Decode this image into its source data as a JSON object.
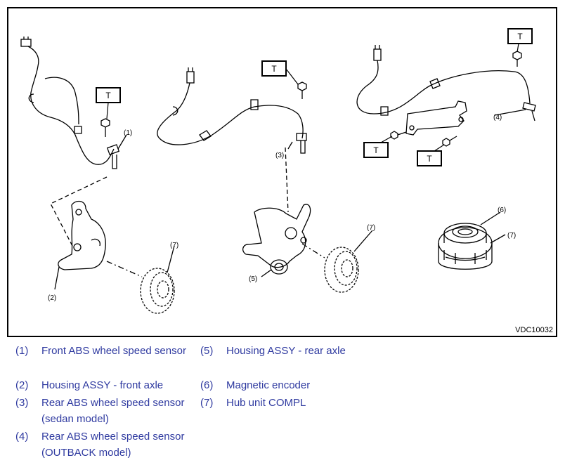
{
  "figure": {
    "id_label": "VDC10032",
    "torque_marker": "T",
    "callouts": {
      "c1": "(1)",
      "c2": "(2)",
      "c3": "(3)",
      "c4": "(4)",
      "c5": "(5)",
      "c6": "(6)",
      "c7a": "(7)",
      "c7b": "(7)",
      "c7c": "(7)"
    }
  },
  "legend": [
    {
      "num": "(1)",
      "text": "Front ABS wheel speed sensor",
      "text2": ""
    },
    {
      "num": "(2)",
      "text": "Housing ASSY - front axle",
      "text2": ""
    },
    {
      "num": "(3)",
      "text": "Rear ABS wheel speed sensor",
      "text2": "(sedan model)"
    },
    {
      "num": "(4)",
      "text": "Rear ABS wheel speed sensor",
      "text2": "(OUTBACK model)"
    },
    {
      "num": "(5)",
      "text": "Housing ASSY - rear axle",
      "text2": ""
    },
    {
      "num": "(6)",
      "text": "Magnetic encoder",
      "text2": ""
    },
    {
      "num": "(7)",
      "text": "Hub unit COMPL",
      "text2": ""
    }
  ],
  "colors": {
    "legend_text": "#2f3aa0",
    "line": "#000000"
  }
}
